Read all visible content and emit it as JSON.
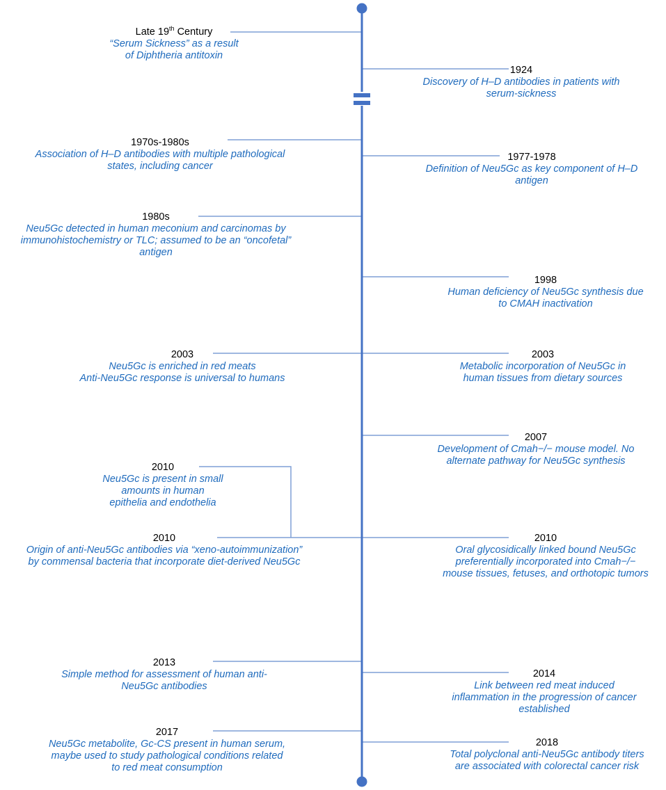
{
  "colors": {
    "axis": "#4472c4",
    "connector": "#7f9fd6",
    "year_text": "#000000",
    "description_text": "#1f6bbd"
  },
  "events": [
    {
      "year": "Late 19",
      "year_sup": "th",
      "year_suffix": " Century",
      "description": [
        "“Serum Sickness” as a result",
        "of Diphtheria antitoxin"
      ]
    },
    {
      "year": "1924",
      "description": [
        "Discovery of H–D antibodies in patients with",
        "serum-sickness"
      ]
    },
    {
      "year": "1970s-1980s",
      "description": [
        "Association of H–D antibodies with multiple pathological",
        "states, including cancer"
      ]
    },
    {
      "year": "1977-1978",
      "description": [
        "Definition of Neu5Gc as key component of H–D",
        "antigen"
      ]
    },
    {
      "year": "1980s",
      "description": [
        "Neu5Gc detected in human meconium and carcinomas by",
        "immunohistochemistry or TLC; assumed to be an “oncofetal”",
        "antigen"
      ]
    },
    {
      "year": "1998",
      "description": [
        "Human deficiency of Neu5Gc synthesis due",
        "to CMAH inactivation"
      ]
    },
    {
      "year": "2003",
      "description": [
        "Neu5Gc is enriched in red meats",
        "Anti-Neu5Gc response is universal to humans"
      ]
    },
    {
      "year": "2003",
      "description": [
        "Metabolic incorporation of Neu5Gc in",
        "human tissues from dietary sources"
      ]
    },
    {
      "year": "2007",
      "description": [
        "Development of Cmah−/− mouse model. No",
        "alternate pathway for Neu5Gc synthesis"
      ]
    },
    {
      "year": "2010",
      "description": [
        "Neu5Gc is present in small",
        "amounts in human",
        "epithelia and endothelia"
      ]
    },
    {
      "year": "2010",
      "description": [
        "Origin of anti-Neu5Gc antibodies via “xeno-autoimmunization”",
        "by commensal bacteria that incorporate diet-derived Neu5Gc"
      ]
    },
    {
      "year": "2010",
      "description": [
        "Oral glycosidically linked bound Neu5Gc",
        "preferentially incorporated into Cmah−/−",
        "mouse tissues, fetuses, and orthotopic tumors"
      ]
    },
    {
      "year": "2013",
      "description": [
        "Simple method for assessment of human anti-",
        "Neu5Gc antibodies"
      ]
    },
    {
      "year": "2014",
      "description": [
        "Link between red meat induced",
        "inflammation in the progression of cancer",
        "established"
      ]
    },
    {
      "year": "2017",
      "description": [
        "Neu5Gc metabolite, Gc-CS present in human serum,",
        "maybe used to study pathological conditions related",
        "to red meat consumption"
      ]
    },
    {
      "year": "2018",
      "description": [
        "Total polyclonal anti-Neu5Gc antibody titers",
        "are associated with colorectal cancer risk"
      ]
    }
  ]
}
